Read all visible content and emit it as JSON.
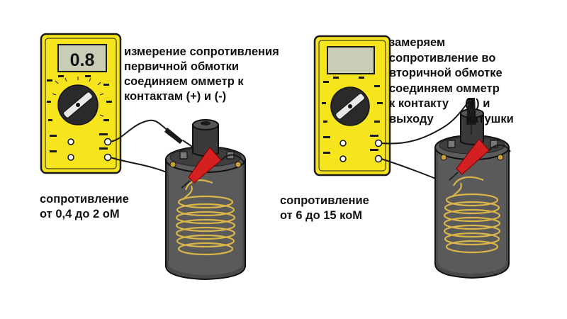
{
  "colors": {
    "meter_body": "#f6e51c",
    "meter_outline": "#1a1a1a",
    "lcd_bg": "#c9cdb6",
    "coil_body": "#4a4a4a",
    "coil_winding": "#d9b54a",
    "probe_red": "#d42020"
  },
  "left": {
    "display_value": "0.8",
    "caption_top": "измерение сопротивления\nпервичной обмотки\nсоединяем омметр к\nконтактам (+) и (-)",
    "caption_bottom": "сопротивление\nот 0,4 до 2 оМ"
  },
  "right": {
    "display_value": "",
    "caption_top": "замеряем\nсопротивление во\nвторичной обмотке\nсоединяем омметр\nк контакту     (+) и\nвыходу          катушки",
    "caption_bottom": "сопротивление\nот 6 до 15 коМ"
  }
}
